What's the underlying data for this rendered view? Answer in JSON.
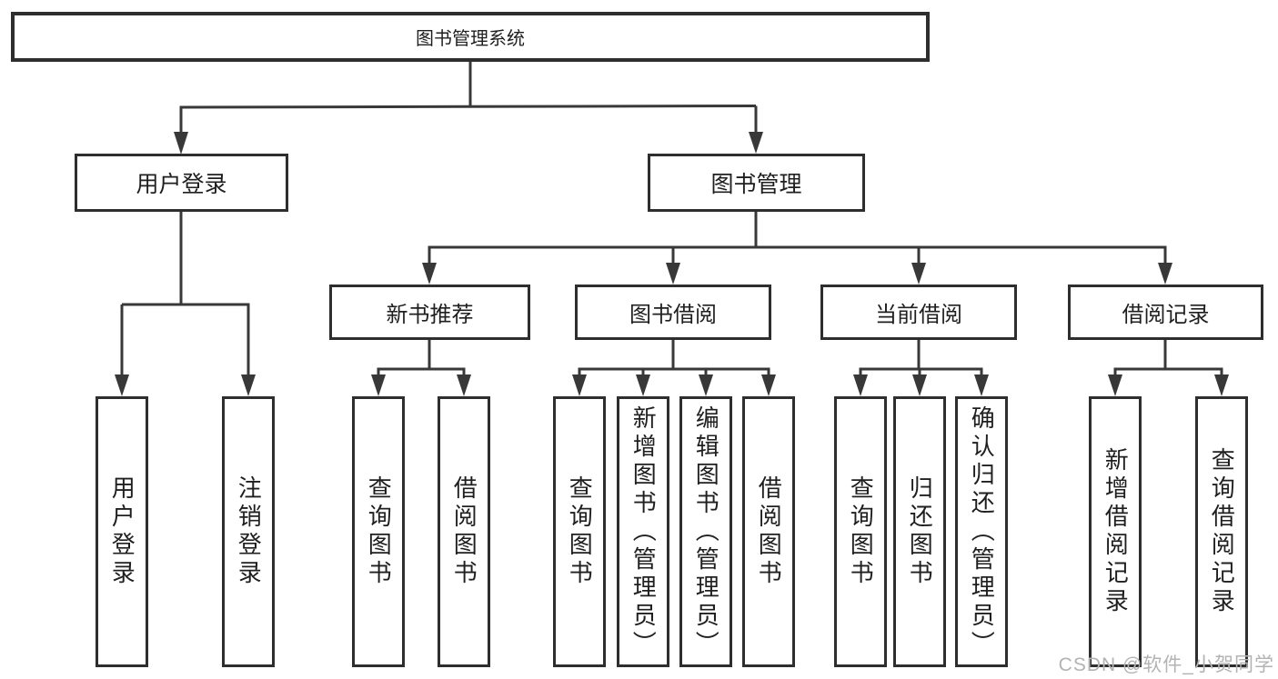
{
  "tree": {
    "root": {
      "label": "图书管理系统",
      "children": [
        {
          "label": "用户登录",
          "children": [
            {
              "label": "用户登录"
            },
            {
              "label": "注销登录"
            }
          ]
        },
        {
          "label": "图书管理",
          "children": [
            {
              "label": "新书推荐",
              "children": [
                {
                  "label": "查询图书"
                },
                {
                  "label": "借阅图书"
                }
              ]
            },
            {
              "label": "图书借阅",
              "children": [
                {
                  "label": "查询图书"
                },
                {
                  "label": "新增图书（管理员）"
                },
                {
                  "label": "编辑图书（管理员）"
                },
                {
                  "label": "借阅图书"
                }
              ]
            },
            {
              "label": "当前借阅",
              "children": [
                {
                  "label": "查询图书"
                },
                {
                  "label": "归还图书"
                },
                {
                  "label": "确认归还（管理员）"
                }
              ]
            },
            {
              "label": "借阅记录",
              "children": [
                {
                  "label": "新增借阅记录"
                },
                {
                  "label": "查询借阅记录"
                }
              ]
            }
          ]
        }
      ]
    }
  },
  "watermark": "CSDN @软件_小贺同学",
  "colors": {
    "line": "#383838",
    "border": "#2e2e2e",
    "text": "#1f1f1f",
    "background": "#ffffff",
    "watermark": "#b3b3b3"
  }
}
